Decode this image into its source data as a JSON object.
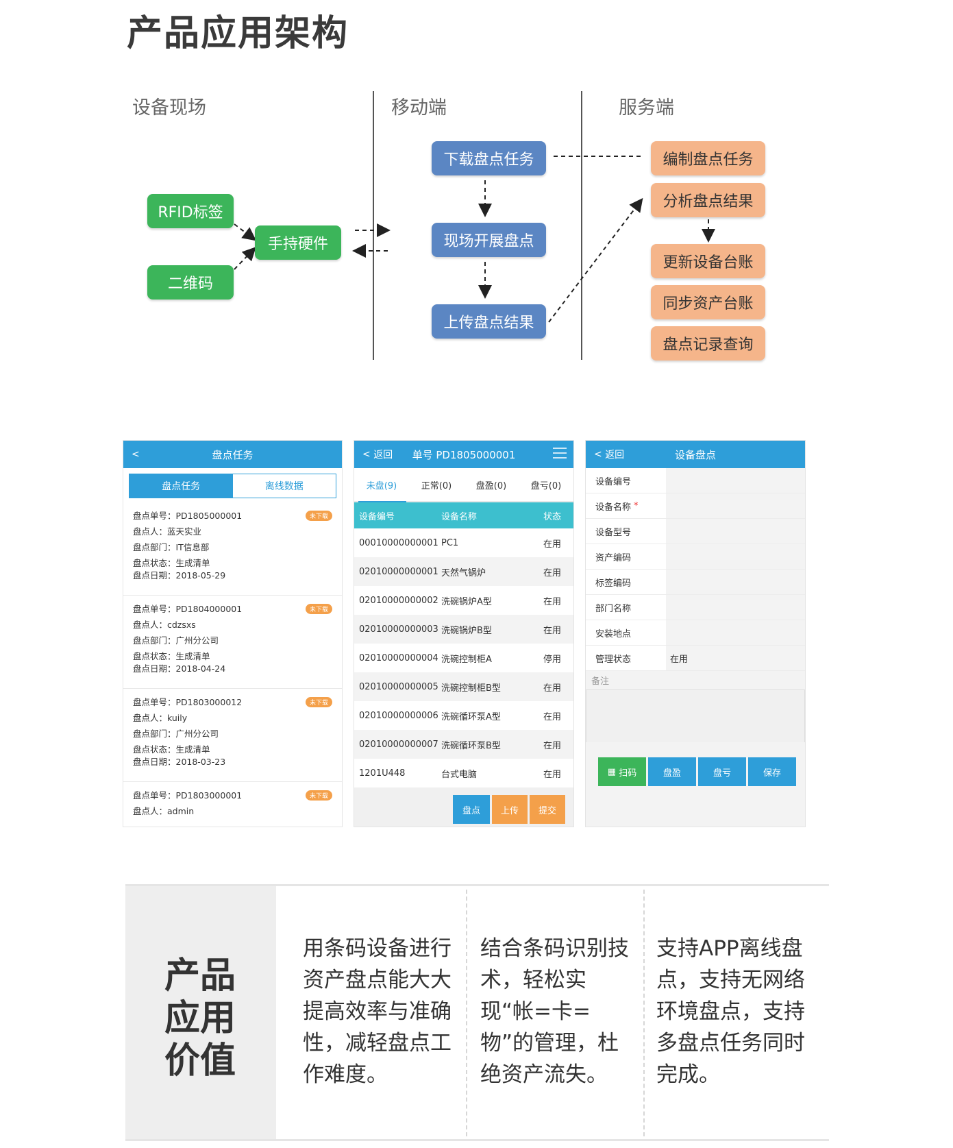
{
  "page_title": "产品应用架构",
  "architecture": {
    "columns": [
      "设备现场",
      "移动端",
      "服务端"
    ],
    "field": {
      "rfid": "RFID标签",
      "qrcode": "二维码",
      "handheld": "手持硬件"
    },
    "mobile": {
      "download": "下载盘点任务",
      "onsite": "现场开展盘点",
      "upload": "上传盘点结果"
    },
    "server": {
      "compile": "编制盘点任务",
      "analyze": "分析盘点结果",
      "update": "更新设备台账",
      "sync": "同步资产台账",
      "query": "盘点记录查询"
    }
  },
  "screen1": {
    "title": "盘点任务",
    "back": "<",
    "segments": [
      "盘点任务",
      "离线数据"
    ],
    "tasks": [
      {
        "no": "盘点单号：PD1805000001",
        "person": "盘点人：蓝天实业",
        "dept": "盘点部门：IT信息部",
        "status": "盘点状态：生成清单",
        "date": "盘点日期：2018-05-29",
        "badge": "未下载"
      },
      {
        "no": "盘点单号：PD1804000001",
        "person": "盘点人：cdzsxs",
        "dept": "盘点部门：广州分公司",
        "status": "盘点状态：生成清单",
        "date": "盘点日期：2018-04-24",
        "badge": "未下载"
      },
      {
        "no": "盘点单号：PD1803000012",
        "person": "盘点人：kuily",
        "dept": "盘点部门：广州分公司",
        "status": "盘点状态：生成清单",
        "date": "盘点日期：2018-03-23",
        "badge": "未下载"
      },
      {
        "no": "盘点单号：PD1803000001",
        "person": "盘点人：admin",
        "dept": "",
        "status": "",
        "date": "",
        "badge": "未下载"
      }
    ]
  },
  "screen2": {
    "back": "返回",
    "title": "单号 PD1805000001",
    "tabs": [
      "未盘(9)",
      "正常(0)",
      "盘盈(0)",
      "盘亏(0)"
    ],
    "headers": [
      "设备编号",
      "设备名称",
      "状态"
    ],
    "rows": [
      [
        "00010000000001",
        "PC1",
        "在用"
      ],
      [
        "02010000000001",
        "天然气锅炉",
        "在用"
      ],
      [
        "02010000000002",
        "洗碗锅炉A型",
        "在用"
      ],
      [
        "02010000000003",
        "洗碗锅炉B型",
        "在用"
      ],
      [
        "02010000000004",
        "洗碗控制柜A",
        "停用"
      ],
      [
        "02010000000005",
        "洗碗控制柜B型",
        "在用"
      ],
      [
        "02010000000006",
        "洗碗循环泵A型",
        "在用"
      ],
      [
        "02010000000007",
        "洗碗循环泵B型",
        "在用"
      ],
      [
        "1201U448",
        "台式电脑",
        "在用"
      ]
    ],
    "actions": [
      "盘点",
      "上传",
      "提交"
    ],
    "colors": {
      "header": "#2e9ed9",
      "table_head": "#3dbfce",
      "blue_btn": "#2e9ed9",
      "orange_btn": "#f4a04a"
    }
  },
  "screen3": {
    "back": "返回",
    "title": "设备盘点",
    "fields": [
      {
        "label": "设备编号",
        "value": ""
      },
      {
        "label": "设备名称",
        "value": "",
        "required": "*"
      },
      {
        "label": "设备型号",
        "value": ""
      },
      {
        "label": "资产编码",
        "value": ""
      },
      {
        "label": "标签编码",
        "value": ""
      },
      {
        "label": "部门名称",
        "value": ""
      },
      {
        "label": "安装地点",
        "value": ""
      },
      {
        "label": "管理状态",
        "value": "在用"
      }
    ],
    "note_label": "备注",
    "actions": [
      "扫码",
      "盘盈",
      "盘亏",
      "保存"
    ]
  },
  "value": {
    "title": "产品应用价值",
    "points": [
      "用条码设备进行资产盘点能大大提高效率与准确性，减轻盘点工作难度。",
      "结合条码识别技术，轻松实现“帐=卡=物”的管理，杜绝资产流失。",
      "支持APP离线盘点，支持无网络环境盘点，支持多盘点任务同时完成。"
    ]
  }
}
